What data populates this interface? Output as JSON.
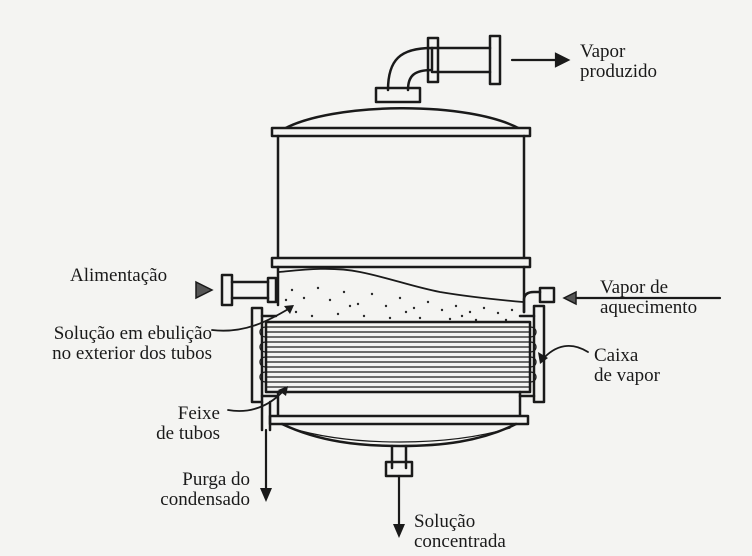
{
  "labels": {
    "vapor_produzido": [
      "Vapor",
      "produzido"
    ],
    "alimentacao": "Alimentação",
    "vapor_aquecimento": [
      "Vapor de",
      "aquecimento"
    ],
    "solucao_ebulicao": [
      "Solução em ebulição",
      "no exterior dos tubos"
    ],
    "caixa_vapor": [
      "Caixa",
      "de vapor"
    ],
    "feixe_tubos": [
      "Feixe",
      "de tubos"
    ],
    "purga_condensado": [
      "Purga do",
      "condensado"
    ],
    "solucao_concentrada": [
      "Solução",
      "concentrada"
    ]
  },
  "colors": {
    "line": "#1a1a1a",
    "background": "#f4f4f2",
    "arrow_fill": "#555555"
  }
}
